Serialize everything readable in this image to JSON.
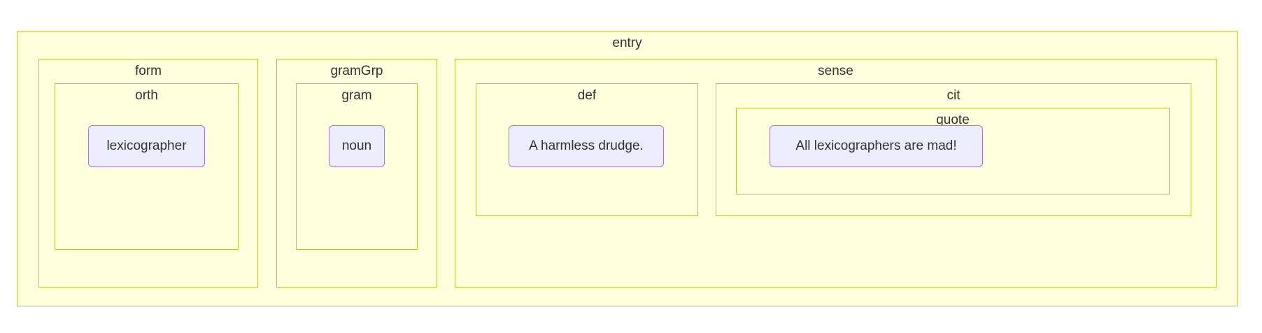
{
  "diagram": {
    "type": "nested-subgraph-tree",
    "background_color": "#ffffff",
    "cluster_fill": "#ffffde",
    "cluster_stroke": "#bfbf45",
    "node_fill": "#ececfd",
    "node_stroke": "#9d7ad6",
    "text_color": "#333333"
  },
  "clusters": {
    "entry": {
      "label": "entry"
    },
    "form": {
      "label": "form"
    },
    "orth": {
      "label": "orth"
    },
    "gramGrp": {
      "label": "gramGrp"
    },
    "gram": {
      "label": "gram"
    },
    "sense": {
      "label": "sense"
    },
    "def": {
      "label": "def"
    },
    "cit": {
      "label": "cit"
    },
    "quote": {
      "label": "quote"
    }
  },
  "nodes": {
    "orth_value": {
      "text": "lexicographer"
    },
    "gram_value": {
      "text": "noun"
    },
    "def_value": {
      "text": "A harmless drudge."
    },
    "quote_value": {
      "text": "All lexicographers are mad!"
    }
  }
}
